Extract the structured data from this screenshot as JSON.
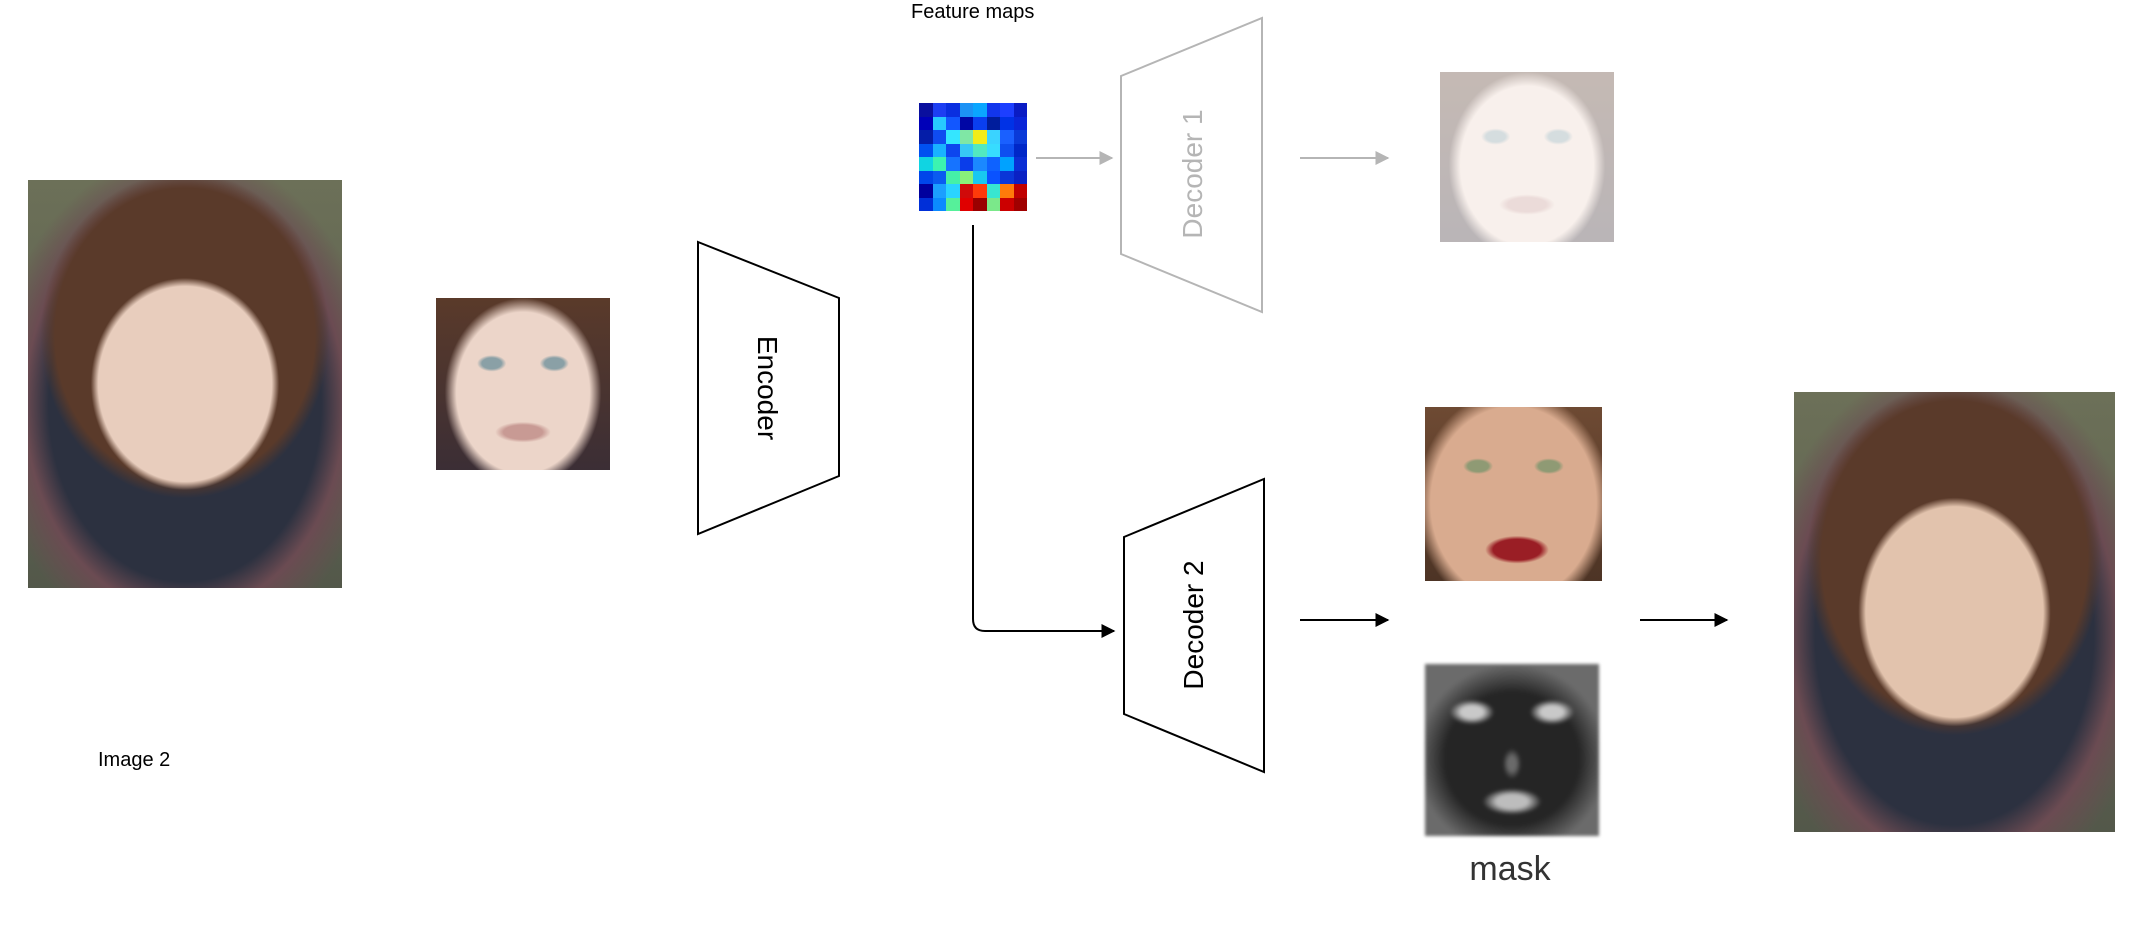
{
  "labels": {
    "feature_maps": "Feature maps",
    "encoder": "Encoder",
    "decoder1": "Decoder 1",
    "decoder2": "Decoder 2",
    "image2": "Image 2",
    "mask": "mask"
  },
  "colors": {
    "line": "#000000",
    "ghost_line": "#b5b5b5",
    "ghost_text": "#b5b5b5"
  },
  "feature_map_cells": [
    "#0a0f9e",
    "#1d3ef2",
    "#0a2fe0",
    "#1c92f5",
    "#0aa6ff",
    "#1236ec",
    "#1d3fff",
    "#0a1cc4",
    "#0000b8",
    "#27c9ff",
    "#1257ff",
    "#0006a5",
    "#0a3ff0",
    "#001d9c",
    "#0032e6",
    "#0a25d8",
    "#041da8",
    "#0f4cf0",
    "#34e6ff",
    "#7fe7a5",
    "#f2ec18",
    "#3ad3ff",
    "#1a60ff",
    "#0a3ad8",
    "#0050f0",
    "#19b2ff",
    "#0d45ee",
    "#37c8f5",
    "#52e8c0",
    "#37dcff",
    "#0e4ff0",
    "#0027c8",
    "#10d4e2",
    "#3cf3b0",
    "#1673ff",
    "#0a3dea",
    "#1b88ff",
    "#0e62ff",
    "#00a2ff",
    "#0a2ed5",
    "#0046ea",
    "#0a5bf0",
    "#45f0a8",
    "#89f07a",
    "#18c8f0",
    "#0a52ff",
    "#0a36d8",
    "#0a21c4",
    "#00009e",
    "#1b9fff",
    "#2ad4ff",
    "#d00a0a",
    "#ff3a0a",
    "#38e6d0",
    "#ff7a0a",
    "#c00000",
    "#002fd8",
    "#0b8aff",
    "#56f09a",
    "#e00000",
    "#9a0000",
    "#7be88a",
    "#cc0000",
    "#a00000"
  ]
}
